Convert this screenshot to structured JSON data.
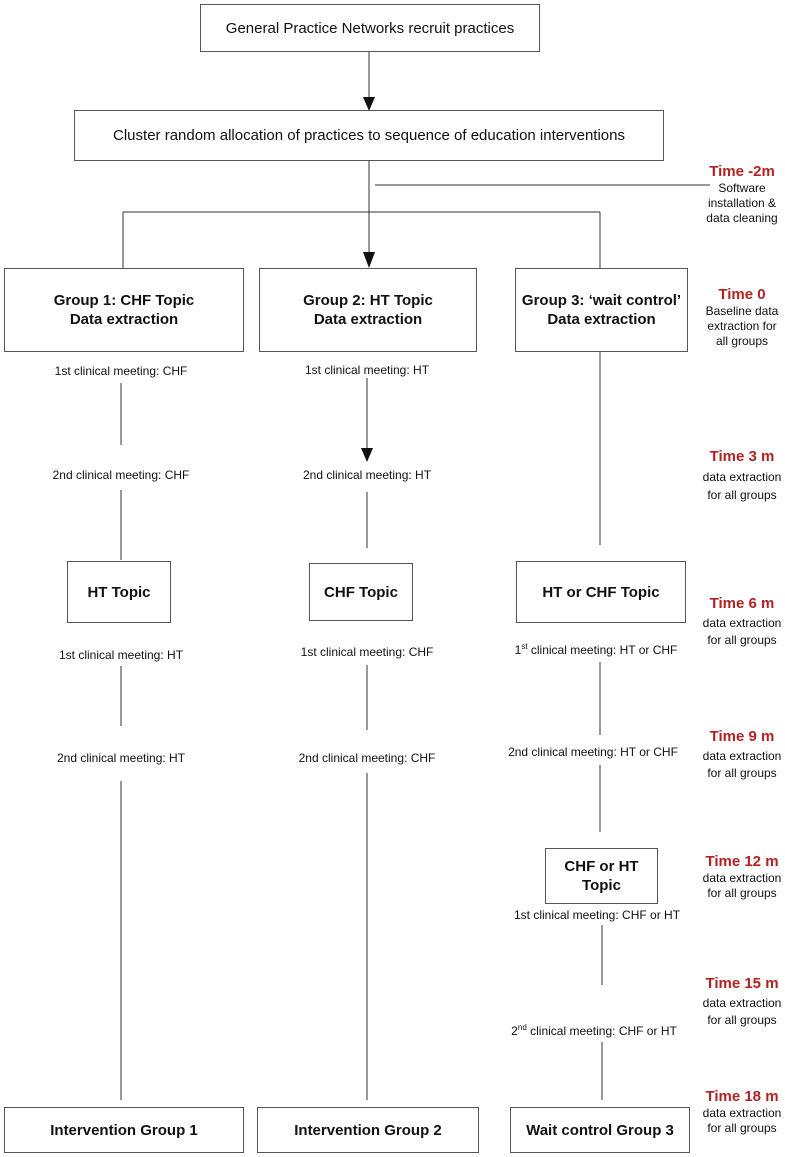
{
  "boxes": {
    "recruit": "General Practice Networks recruit practices",
    "allocation": "Cluster random allocation of practices  to sequence of education interventions",
    "g1_line1": "Group 1: CHF Topic",
    "g1_line2": "Data extraction",
    "g2_line1": "Group 2: HT Topic",
    "g2_line2": "Data extraction",
    "g3_line1": "Group 3: ‘wait control’",
    "g3_line2": "Data extraction",
    "g1_topic2": "HT Topic",
    "g2_topic2": "CHF Topic",
    "g3_topic1": "HT or CHF Topic",
    "g3_topic2_line1": "CHF or HT",
    "g3_topic2_line2": "Topic",
    "final1": "Intervention Group 1",
    "final2": "Intervention Group 2",
    "final3": "Wait control Group 3"
  },
  "meetings": {
    "g1_m1": "1st clinical meeting: CHF",
    "g1_m2": "2nd clinical meeting: CHF",
    "g1_m3": "1st clinical meeting: HT",
    "g1_m4": "2nd clinical meeting: HT",
    "g2_m1": "1st clinical meeting: HT",
    "g2_m2": "2nd clinical meeting: HT",
    "g2_m3": "1st clinical meeting: CHF",
    "g2_m4": "2nd clinical meeting: CHF",
    "g3_m1_pre": "1",
    "g3_m1_sup": "st",
    "g3_m1_post": " clinical meeting: HT or CHF",
    "g3_m2": "2nd clinical meeting: HT or CHF",
    "g3_m3": "1st clinical meeting:  CHF or HT",
    "g3_m4_pre": "2",
    "g3_m4_sup": "nd",
    "g3_m4_post": " clinical meeting:  CHF or HT"
  },
  "timeline": [
    {
      "time": "Time -2m",
      "desc1": "Software",
      "desc2": "installation &",
      "desc3": "data cleaning"
    },
    {
      "time": "Time 0",
      "desc1": "Baseline data",
      "desc2": "extraction for",
      "desc3": "all groups"
    },
    {
      "time": "Time 3 m",
      "desc1": "data extraction",
      "desc2": "for all groups"
    },
    {
      "time": "Time 6 m",
      "desc1": "data extraction",
      "desc2": "for all groups"
    },
    {
      "time": "Time 9 m",
      "desc1": "data extraction",
      "desc2": "for all groups"
    },
    {
      "time": "Time 12 m",
      "desc1": "data extraction",
      "desc2": "for all groups"
    },
    {
      "time": "Time 15 m",
      "desc1": "data extraction",
      "desc2": "for all groups"
    },
    {
      "time": "Time 18 m",
      "desc1": "data extraction",
      "desc2": "for all groups"
    }
  ],
  "colors": {
    "time_label": "#b22222",
    "line": "#333333"
  }
}
